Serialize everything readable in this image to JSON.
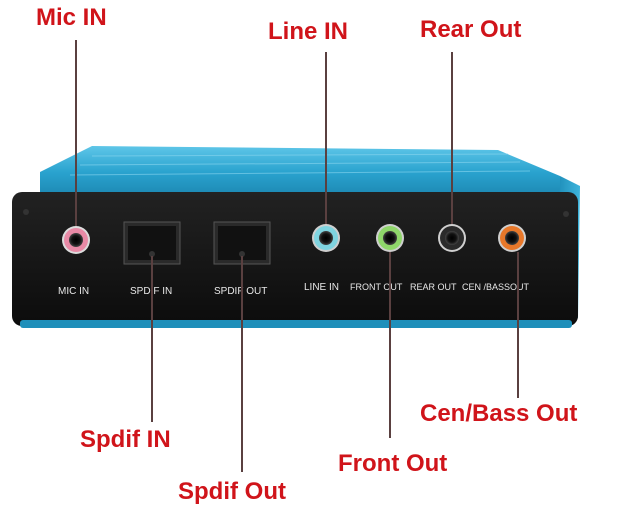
{
  "callouts": {
    "mic_in": "Mic IN",
    "line_in": "Line IN",
    "rear_out": "Rear Out",
    "spdif_in": "Spdif IN",
    "spdif_out": "Spdif Out",
    "front_out": "Front Out",
    "cen_bass_out": "Cen/Bass Out"
  },
  "panel_labels": {
    "mic_in": "MIC IN",
    "spdif_in": "SPDIF IN",
    "spdif_out": "SPDIF OUT",
    "line_in": "LINE IN",
    "front_out": "FRONT OUT",
    "rear_out": "REAR OUT",
    "cen_bass_out": "CEN /BASSOUT"
  },
  "colors": {
    "callout_text": "#d0141a",
    "case_blue": "#2aa3cf",
    "panel_black": "#141414",
    "mic_ring": "#e88aa6",
    "line_in_ring": "#7fd4e0",
    "front_out_ring": "#8fd66a",
    "rear_out_ring": "#2a2a2a",
    "cen_bass_ring": "#e8782a",
    "leader_line": "#5a4040"
  },
  "icons": [
    "jack-port",
    "optical-port"
  ]
}
